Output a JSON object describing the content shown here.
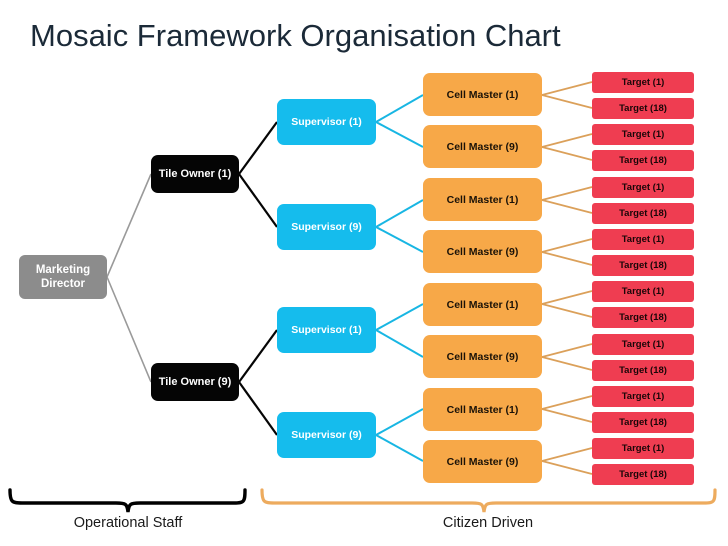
{
  "page": {
    "title": "Mosaic Framework Organisation Chart",
    "background": "#ffffff",
    "title_color": "#1b2a38"
  },
  "colors": {
    "director": "#8c8c8c",
    "tile_owner": "#050505",
    "supervisor": "#15bced",
    "cell_master": "#f7a848",
    "target": "#ef3d51",
    "link_director": "#8c8c8c",
    "link_owner": "#050505",
    "link_supervisor": "#15bced",
    "link_cellmaster": "#dba05a",
    "brace_operational": "#000000",
    "brace_citizen": "#edab5e"
  },
  "chart_data": {
    "type": "tree",
    "root": {
      "label": "Marketing\nDirector",
      "role": "director"
    },
    "levels": [
      "Marketing Director",
      "Tile Owner",
      "Supervisor",
      "Cell Master",
      "Target"
    ],
    "tile_owners": [
      {
        "label": "Tile Owner (1)"
      },
      {
        "label": "Tile Owner (9)"
      }
    ],
    "supervisors": [
      {
        "label": "Supervisor (1)"
      },
      {
        "label": "Supervisor (9)"
      },
      {
        "label": "Supervisor (1)"
      },
      {
        "label": "Supervisor (9)"
      }
    ],
    "cell_masters": [
      {
        "label": "Cell Master (1)"
      },
      {
        "label": "Cell Master (9)"
      },
      {
        "label": "Cell Master (1)"
      },
      {
        "label": "Cell Master (9)"
      },
      {
        "label": "Cell Master (1)"
      },
      {
        "label": "Cell Master (9)"
      },
      {
        "label": "Cell Master (1)"
      },
      {
        "label": "Cell Master (9)"
      }
    ],
    "targets": [
      {
        "label": "Target (1)"
      },
      {
        "label": "Target (18)"
      },
      {
        "label": "Target (1)"
      },
      {
        "label": "Target (18)"
      },
      {
        "label": "Target (1)"
      },
      {
        "label": "Target (18)"
      },
      {
        "label": "Target (1)"
      },
      {
        "label": "Target (18)"
      },
      {
        "label": "Target (1)"
      },
      {
        "label": "Target (18)"
      },
      {
        "label": "Target (1)"
      },
      {
        "label": "Target (18)"
      },
      {
        "label": "Target (1)"
      },
      {
        "label": "Target (18)"
      },
      {
        "label": "Target (1)"
      },
      {
        "label": "Target (18)"
      }
    ]
  },
  "braces": [
    {
      "label": "Operational Staff"
    },
    {
      "label": "Citizen Driven"
    }
  ]
}
